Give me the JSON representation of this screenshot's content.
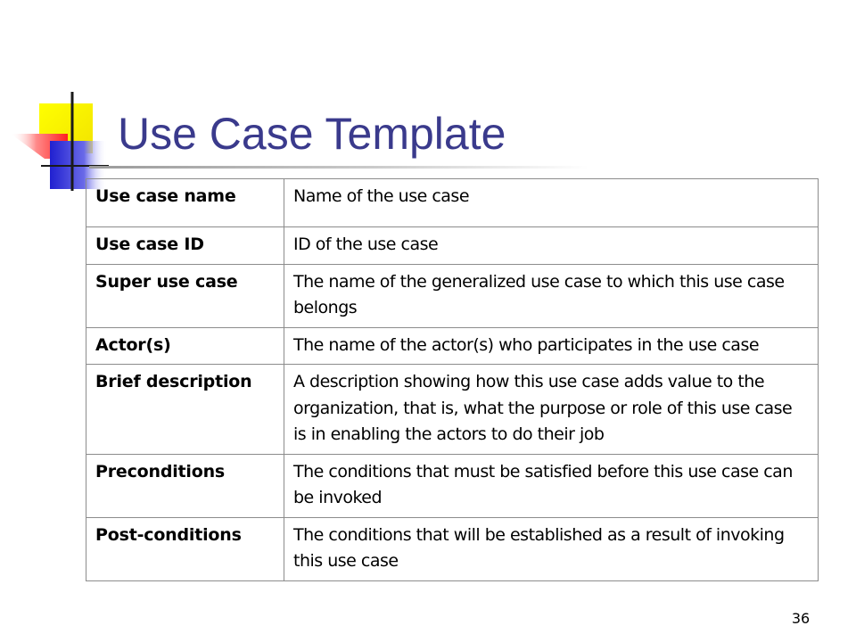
{
  "slide": {
    "title": "Use Case Template",
    "page_number": "36"
  },
  "colors": {
    "title": "#3a3a8c",
    "logo_yellow": "#ffff00",
    "logo_red": "#ff2a2a",
    "logo_blue": "#2828d8"
  },
  "logo": {
    "icon": "pinwheel-logo-icon"
  },
  "table": {
    "rows": [
      {
        "key": "Use case name",
        "value": "Name of the use case"
      },
      {
        "key": "Use case ID",
        "value": "ID of the use case"
      },
      {
        "key": "Super use case",
        "value": "The name of the generalized use case to which this use case belongs"
      },
      {
        "key": "Actor(s)",
        "value": "The name of the actor(s) who participates in the use case"
      },
      {
        "key": "Brief description",
        "value": "A description showing how this use case adds value to the organization, that is, what the purpose or role of this use case is in enabling the actors to do their job"
      },
      {
        "key": "Preconditions",
        "value": "The conditions that must be satisfied before this use case can be invoked"
      },
      {
        "key": "Post-conditions",
        "value": "The conditions that will be established as a result of invoking this use case"
      }
    ]
  }
}
